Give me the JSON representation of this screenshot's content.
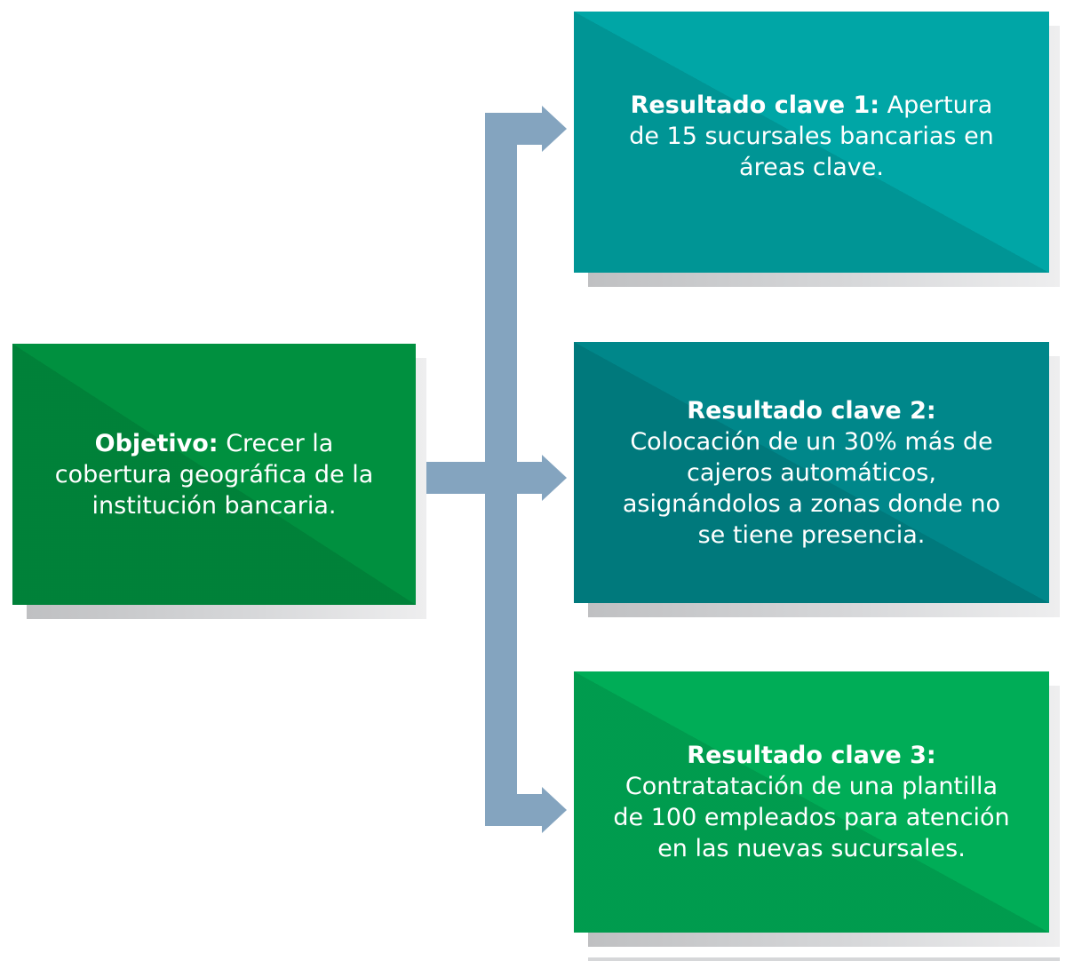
{
  "objective": {
    "label": "Objetivo:",
    "text": "Crecer la cobertura geográfica de la institución bancaria."
  },
  "key_results": [
    {
      "label": "Resultado clave 1:",
      "text": "Apertura de 15 sucursales bancarias en áreas clave."
    },
    {
      "label": "Resultado clave 2:",
      "text": "Colocación de un 30% más de cajeros automáticos, asignándolos a zonas donde no se tiene presencia."
    },
    {
      "label": "Resultado clave 3:",
      "text": "Contratatación de una plantilla de 100 empleados para atención en las nuevas sucursales."
    }
  ],
  "colors": {
    "objective": "#00903f",
    "key_result_1": "#00a6a6",
    "key_result_2": "#00878a",
    "key_result_3": "#00ad57",
    "connector": "#84a4bf"
  }
}
